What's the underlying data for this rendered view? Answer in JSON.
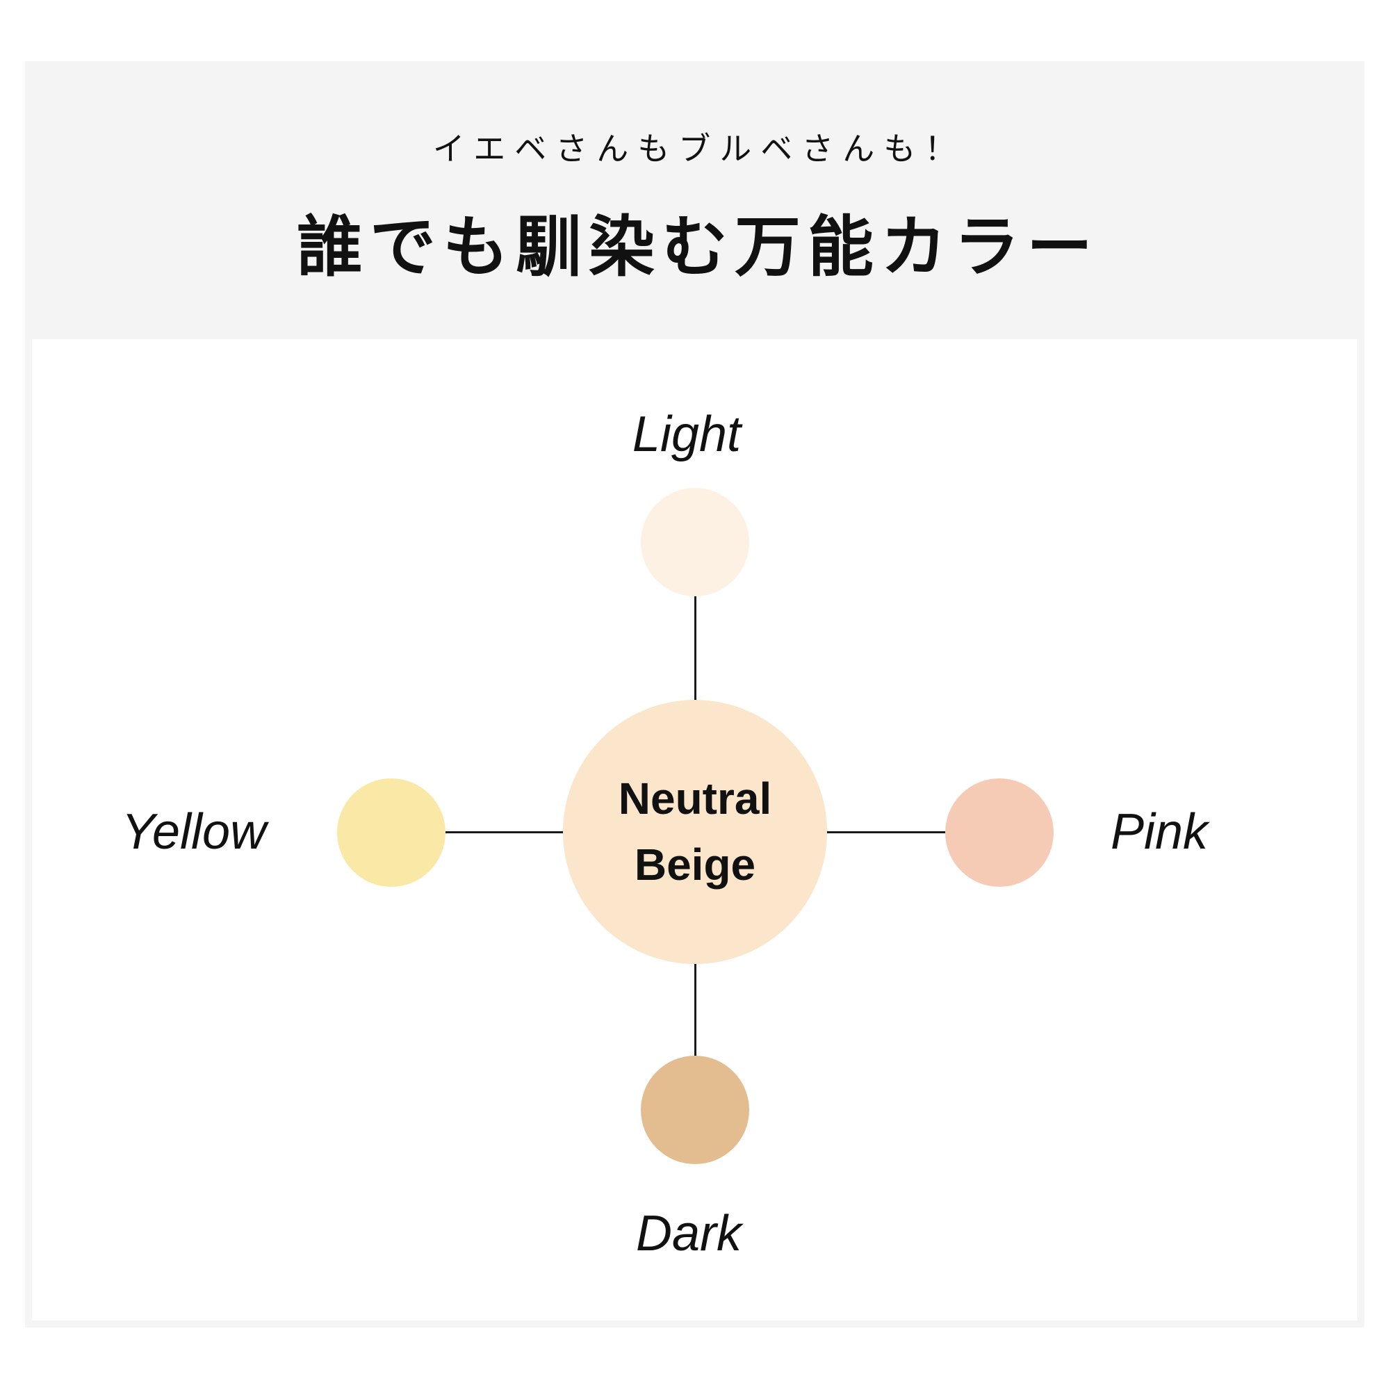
{
  "header": {
    "subtitle": "イエベさんもブルベさんも！",
    "title": "誰でも馴染む万能カラー",
    "background": "#f4f4f4",
    "text_color": "#111111"
  },
  "diagram": {
    "line_color": "#1a1a1a",
    "panel_background": "#ffffff",
    "panel_border_color": "#f4f4f4",
    "center": {
      "label_line1": "Neutral",
      "label_line2": "Beige",
      "color": "#fbe5cb"
    },
    "nodes": [
      {
        "id": "light",
        "label": "Light",
        "color": "#fdf1e3",
        "position": "top"
      },
      {
        "id": "yellow",
        "label": "Yellow",
        "color": "#fae8a6",
        "position": "left"
      },
      {
        "id": "pink",
        "label": "Pink",
        "color": "#f6cbb5",
        "position": "right"
      },
      {
        "id": "dark",
        "label": "Dark",
        "color": "#e3bc90",
        "position": "bottom"
      }
    ]
  }
}
